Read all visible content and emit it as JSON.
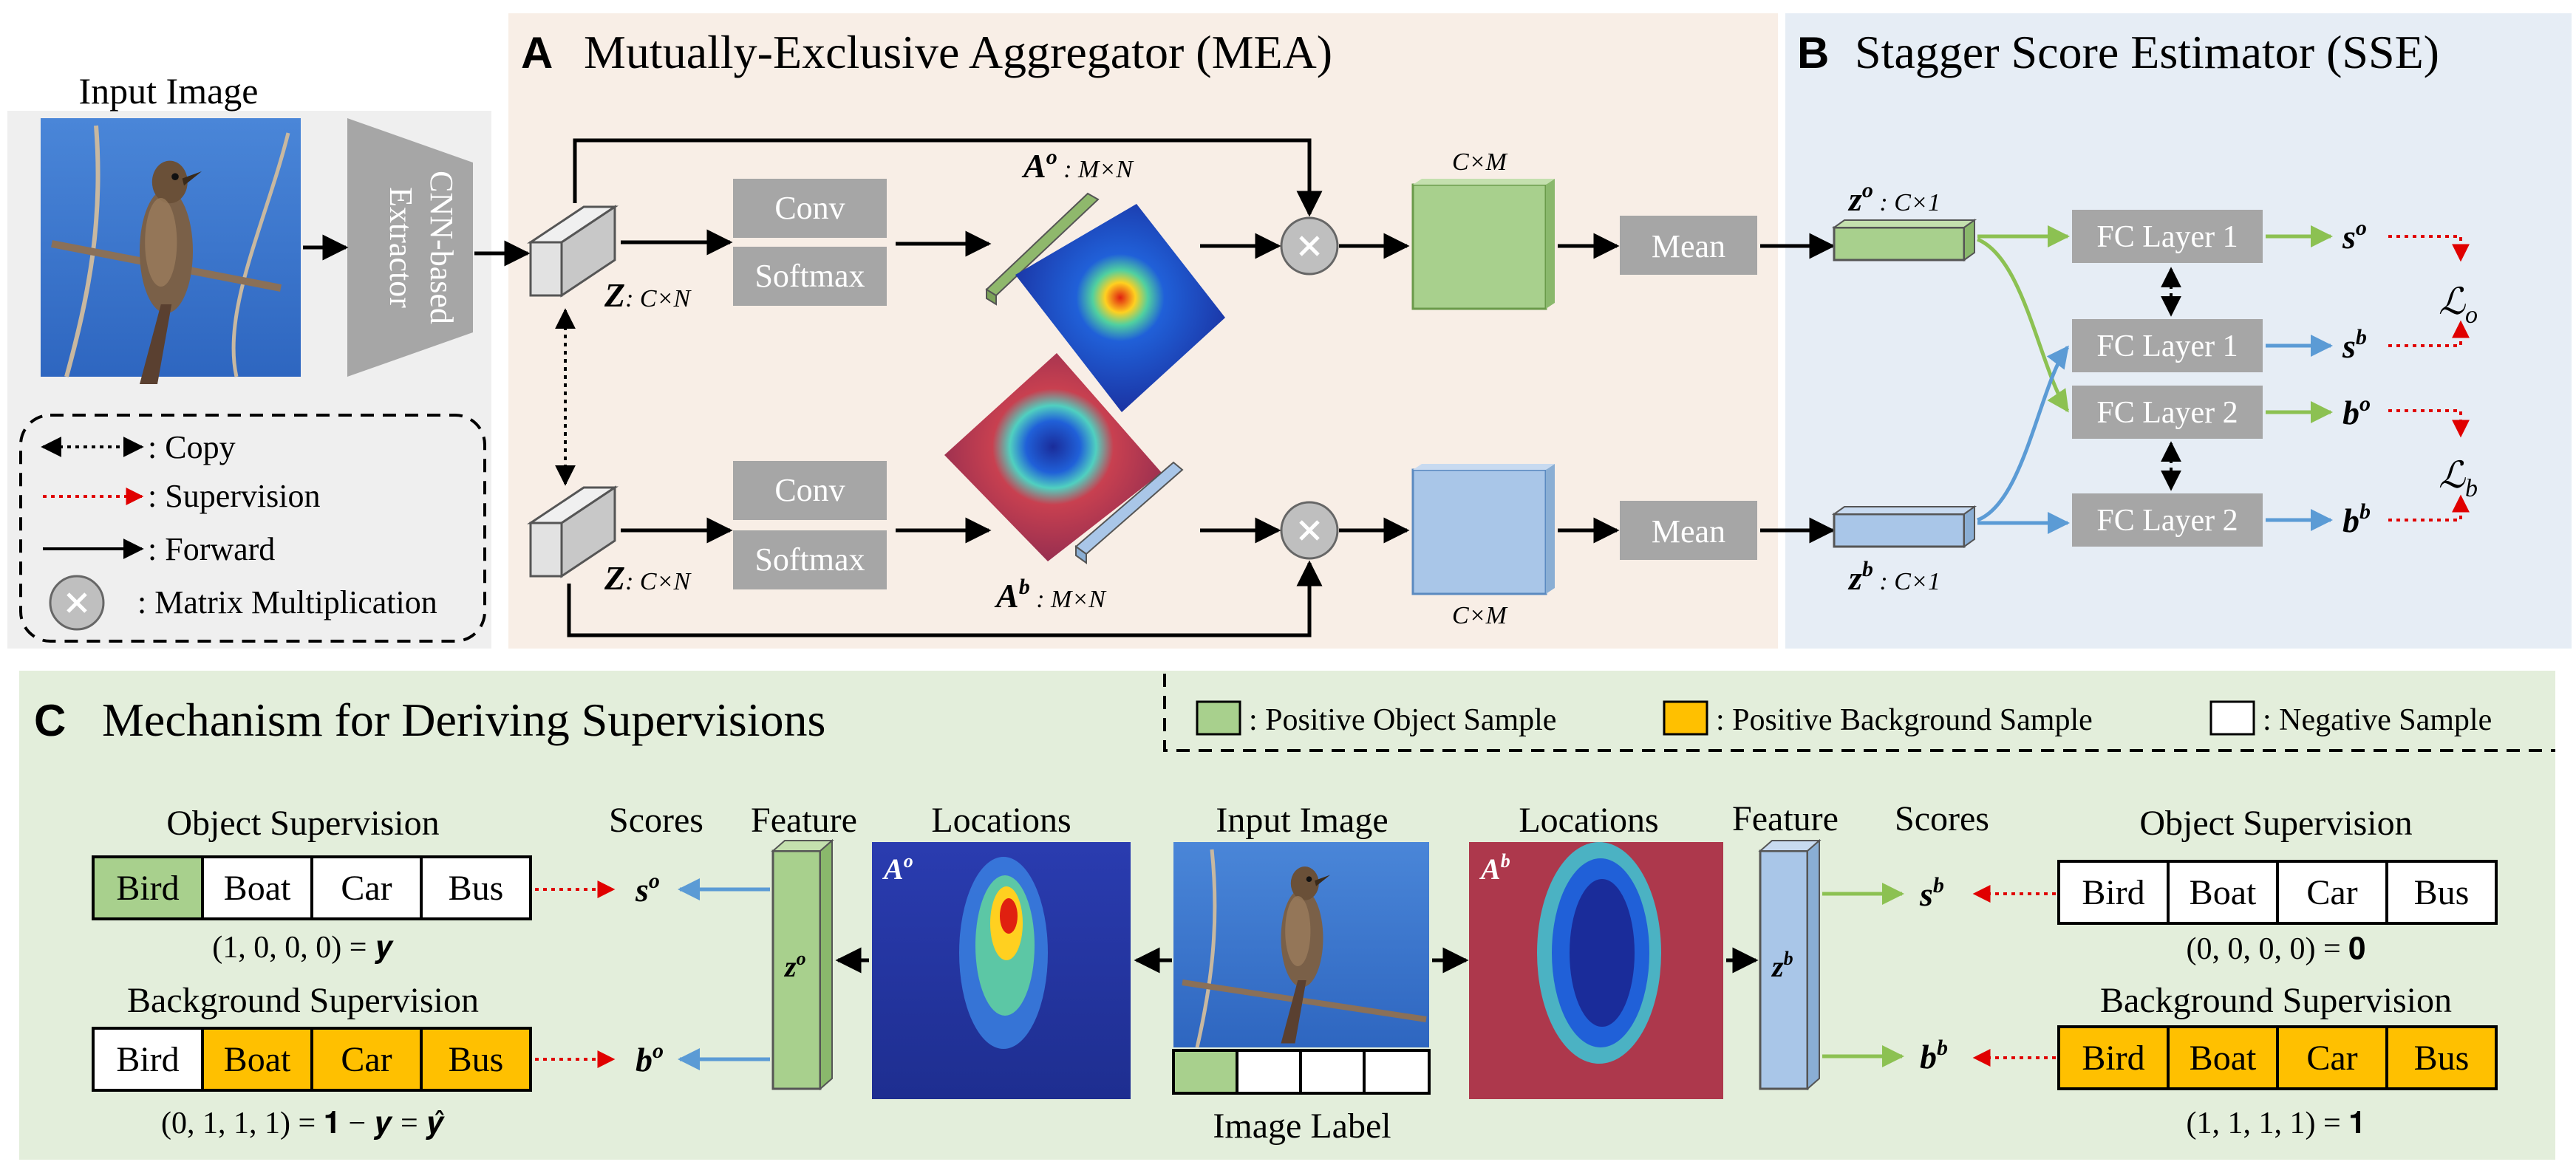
{
  "input": {
    "title": "Input Image",
    "extractor_line1": "CNN-based",
    "extractor_line2": "Extractor"
  },
  "legend": {
    "copy": ": Copy",
    "supervision": ": Supervision",
    "forward": ": Forward",
    "matmul": ": Matrix Multiplication"
  },
  "panel_a": {
    "letter": "A",
    "title": "Mutually-Exclusive Aggregator (MEA)",
    "conv": "Conv",
    "softmax": "Softmax",
    "z_label": "Z",
    "z_dim": ": C×N",
    "ao_label": "A",
    "ao_sup": "o",
    "ab_label": "A",
    "ab_sup": "b",
    "attn_dim": " : M×N",
    "feat_dim": "C×M",
    "mean": "Mean"
  },
  "panel_b": {
    "letter": "B",
    "title": "Stagger Score Estimator (SSE)",
    "zo_label": "z",
    "zo_sup": "o",
    "zb_label": "z",
    "zb_sup": "b",
    "vec_dim": " : C×1",
    "fc1": "FC Layer 1",
    "fc2": "FC Layer 2",
    "s": "s",
    "b": "b",
    "sup_o": "o",
    "sup_b": "b",
    "loss": "ℒ",
    "loss_o": "o",
    "loss_b": "b"
  },
  "panel_c": {
    "letter": "C",
    "title": "Mechanism for Deriving Supervisions",
    "legend_pos_obj": ": Positive Object Sample",
    "legend_pos_bg": ": Positive Background Sample",
    "legend_neg": ": Negative Sample",
    "obj_sup_title": "Object Supervision",
    "bg_sup_title": "Background Supervision",
    "classes": [
      "Bird",
      "Boat",
      "Car",
      "Bus"
    ],
    "left_obj_eq": "(1, 0, 0, 0) = 𝒚",
    "left_bg_eq": "(0, 1, 1, 1) = 𝟏 − 𝒚 = 𝒚̂",
    "right_obj_eq": "(0, 0, 0, 0) = 𝟎",
    "right_bg_eq": "(1, 1, 1, 1) = 𝟏",
    "scores": "Scores",
    "feature": "Feature",
    "locations": "Locations",
    "input_image": "Input Image",
    "image_label": "Image Label"
  },
  "colors": {
    "panel_a_bg": "#f8eee6",
    "panel_b_bg": "#e6edf5",
    "panel_c_bg": "#e3eedb",
    "green": "#a8d08d",
    "blue": "#a9c6e8",
    "orange": "#ffc000",
    "gray_box": "#a6a6a6",
    "supervision": "#e00000",
    "green_arrow": "#8cc152",
    "blue_arrow": "#5b9bd5"
  }
}
